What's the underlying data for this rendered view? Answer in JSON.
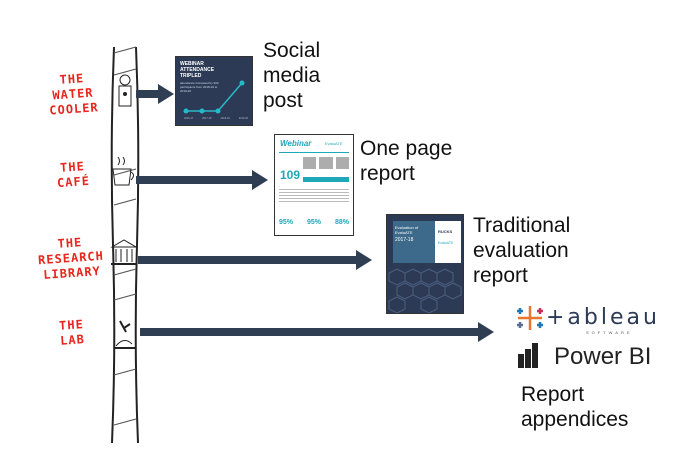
{
  "places": [
    {
      "label": "THE\nWATER\nCOOLER",
      "icon": "water-cooler-icon"
    },
    {
      "label": "THE\nCAFÉ",
      "icon": "coffee-cup-icon"
    },
    {
      "label": "THE\nRESEARCH\nLIBRARY",
      "icon": "library-building-icon"
    },
    {
      "label": "THE\nLAB",
      "icon": "lab-microscope-icon"
    }
  ],
  "outputs": {
    "social": "Social\nmedia\npost",
    "onepage": "One page\nreport",
    "traditional": "Traditional\nevaluation\nreport",
    "appendices": "Report\nappendices"
  },
  "thumb_social": {
    "title": "WEBINAR\nATTENDANCE\nTRIPLED",
    "sub": "attendance increased by 300 participants from 2018-19 to 2019-20",
    "axis": [
      "2016-17",
      "2017-18",
      "2018-19",
      "2019-20"
    ]
  },
  "thumb_onepage": {
    "title": "Webinar",
    "brand": "EvaluATE",
    "big": "109",
    "pcts": [
      "95%",
      "95%",
      "88%"
    ]
  },
  "thumb_report": {
    "title": "Evaluation of EvaluATE",
    "years": "2017-18",
    "brand": "RUCKS",
    "brand2": "EvaluATE"
  },
  "tools": {
    "tableau": "+ableau",
    "tableau_sub": "SOFTWARE",
    "powerbi": "Power BI"
  },
  "colors": {
    "arrow": "#2f3e52",
    "handwriting": "#e8251f",
    "tableau_a": "#e8762c",
    "tableau_b": "#1f77b4",
    "tableau_c": "#c72e5a",
    "powerbi": "#f2c811"
  }
}
